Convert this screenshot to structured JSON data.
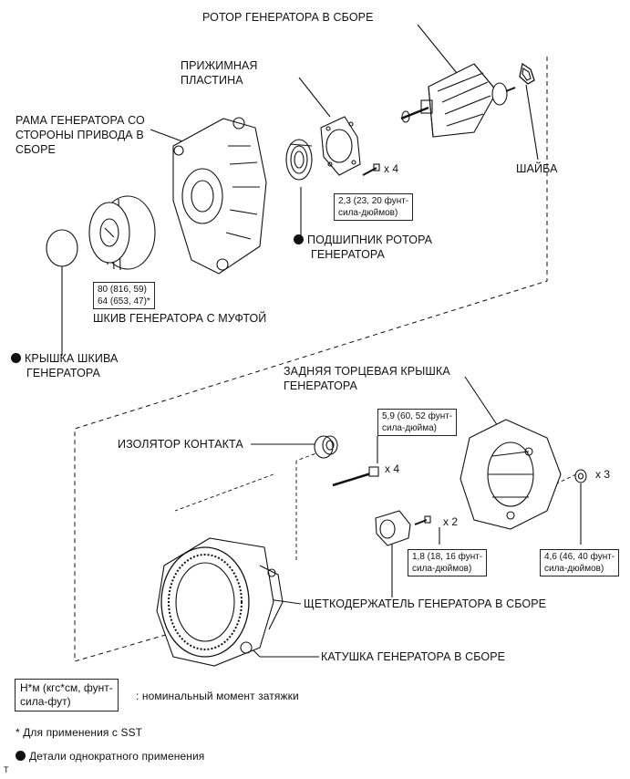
{
  "labels": {
    "rotor": "РОТОР ГЕНЕРАТОРА В СБОРЕ",
    "plate_1": "ПРИЖИМНАЯ",
    "plate_2": "ПЛАСТИНА",
    "frame_1": "РАМА ГЕНЕРАТОРА СО",
    "frame_2": "СТОРОНЫ ПРИВОДА В",
    "frame_3": "СБОРЕ",
    "washer": "ШАЙБА",
    "bearing_1": "ПОДШИПНИК РОТОРА",
    "bearing_2": "ГЕНЕРАТОРА",
    "pulley": "ШКИВ ГЕНЕРАТОРА С МУФТОЙ",
    "pulley_cap_1": "КРЫШКА ШКИВА",
    "pulley_cap_2": "ГЕНЕРАТОРА",
    "rear_cover_1": "ЗАДНЯЯ ТОРЦЕВАЯ КРЫШКА",
    "rear_cover_2": "ГЕНЕРАТОРА",
    "insulator": "ИЗОЛЯТОР КОНТАКТА",
    "brush_holder": "ЩЕТКОДЕРЖАТЕЛЬ ГЕНЕРАТОРА В СБОРЕ",
    "coil": "КАТУШКА ГЕНЕРАТОРА В СБОРЕ"
  },
  "torques": {
    "plate_1": "2,3 (23, 20 фунт-",
    "plate_2": "сила-дюймов)",
    "pulley_1": "80 (816, 59)",
    "pulley_2": "64 (653, 47)*",
    "bolt_1": "5,9 (60, 52 фунт-",
    "bolt_2": "сила-дюйма)",
    "brush_1": "1,8 (18, 16 фунт-",
    "brush_2": "сила-дюймов)",
    "nut_1": "4,6 (46, 40 фунт-",
    "nut_2": "сила-дюймов)"
  },
  "multipliers": {
    "plate_screws": "x 4",
    "bolts": "x 4",
    "brush_screws": "x 2",
    "nuts": "x 3"
  },
  "legend": {
    "unit_1": "Н*м (кгс*см, фунт-",
    "unit_2": "сила-фут)",
    "unit_desc": ": номинальный момент затяжки",
    "sst": "* Для применения с SST",
    "single_use": "Детали однократного применения",
    "corner": "T"
  }
}
